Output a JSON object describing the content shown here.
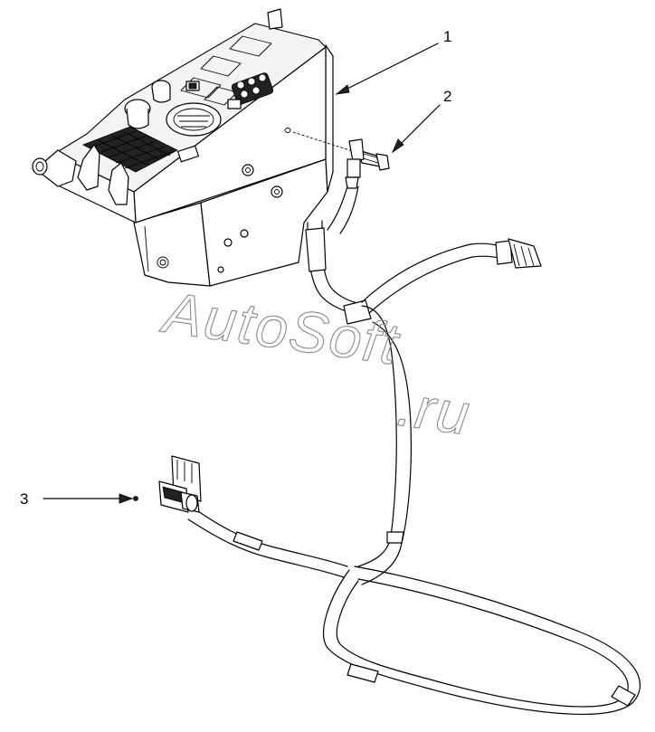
{
  "callouts": [
    {
      "id": "1",
      "label": "1"
    },
    {
      "id": "2",
      "label": "2"
    },
    {
      "id": "3",
      "label": "3"
    }
  ],
  "watermark": {
    "line1": "AutoSoft",
    "line2": ".ru"
  }
}
